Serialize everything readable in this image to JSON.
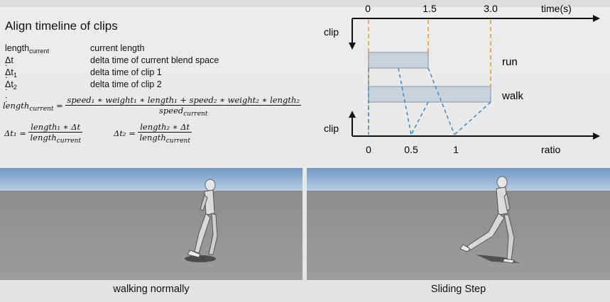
{
  "slide": {
    "heading": "Align timeline of clips",
    "definitions": [
      {
        "term": "length",
        "sub": "current",
        "suffix": " :",
        "desc": "current length"
      },
      {
        "term": "Δt",
        "sub": "",
        "suffix": " :",
        "desc": "delta time of current blend space"
      },
      {
        "term": "Δt",
        "sub": "1",
        "suffix": " :",
        "desc": "delta time of clip 1"
      },
      {
        "term": "Δt",
        "sub": "2",
        "suffix": " :",
        "desc": "delta time of clip 2"
      }
    ],
    "formula_main": {
      "lhs": "length",
      "lhs_sub": "current",
      "numerator": "speed₁ ∗ weight₁ ∗ length₁ + speed₂ ∗ weight₂ ∗ length₂",
      "denominator": "speed",
      "denominator_sub": "current"
    },
    "formula_dt1": {
      "lhs": "Δt₁ =",
      "numerator": "length₁ ∗ Δt",
      "denominator": "length",
      "denominator_sub": "current"
    },
    "formula_dt2": {
      "lhs": "Δt₂ =",
      "numerator": "length₂ ∗ Δt",
      "denominator": "length",
      "denominator_sub": "current"
    }
  },
  "timeline": {
    "time_axis_label": "time(s)",
    "time_ticks": [
      "0",
      "1.5",
      "3.0"
    ],
    "ratio_axis_label": "ratio",
    "ratio_ticks": [
      "0",
      "0.5",
      "1"
    ],
    "clip_label_top": "clip",
    "clip_label_bottom": "clip",
    "clip_run": "run",
    "clip_walk": "walk",
    "colors": {
      "dashed_time": "#f0a020",
      "dashed_ratio": "#3b8fd0",
      "clip_box": "#c9d3dc",
      "clip_border": "#7d95ab"
    }
  },
  "videos": [
    {
      "caption": "walking normally"
    },
    {
      "caption": "Sliding Step"
    }
  ]
}
